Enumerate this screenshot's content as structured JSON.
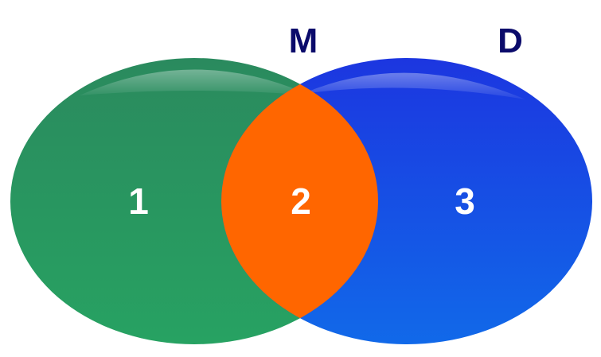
{
  "sets": [
    {
      "title": "M",
      "color_top": "#2a8a5e",
      "color_bottom": "#27a262"
    },
    {
      "title": "D",
      "color_top": "#1c36e0",
      "color_bottom": "#1169e9"
    }
  ],
  "regions": {
    "left_only": "1",
    "intersection": "2",
    "right_only": "3"
  },
  "intersection_color": "#ff6600"
}
